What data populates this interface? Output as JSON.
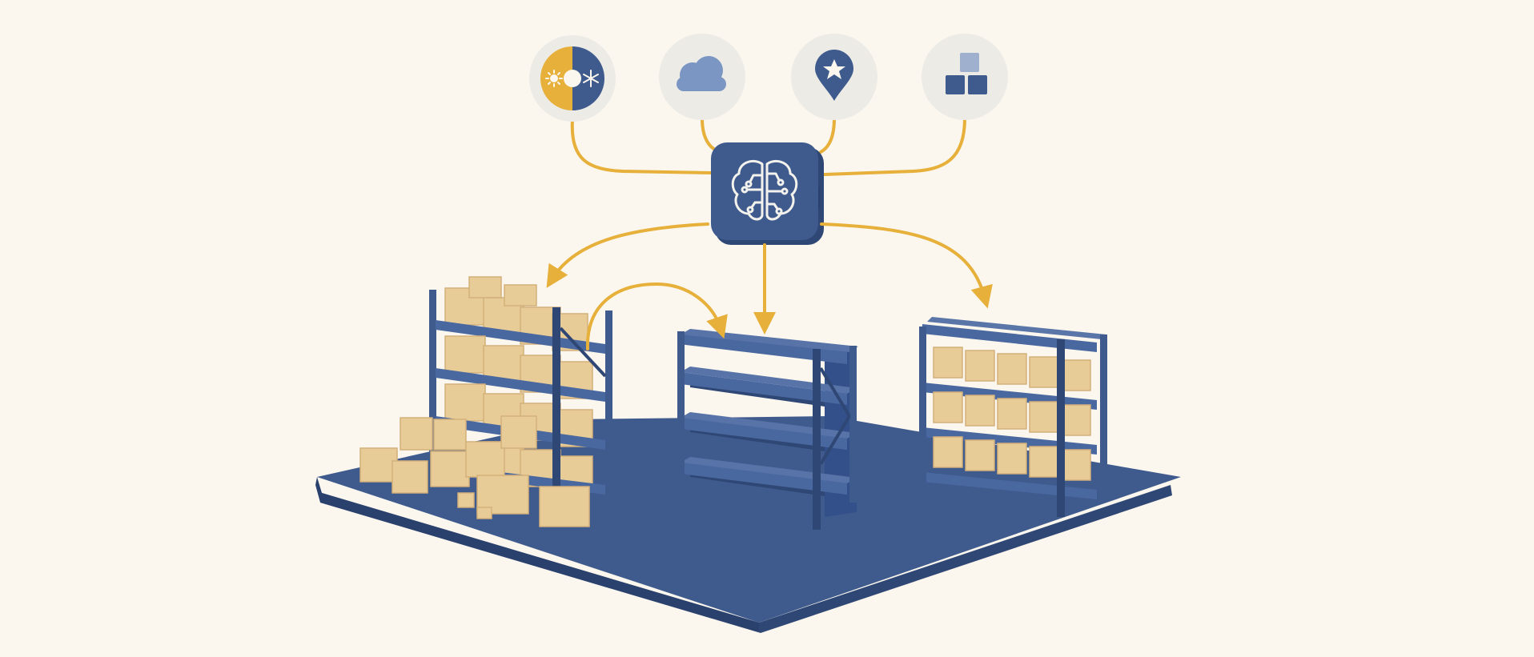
{
  "colors": {
    "background": "#fbf7ee",
    "navy": "#3f5b8e",
    "navy_dark": "#2f4775",
    "navy_light": "#5a76a8",
    "gold": "#e6b03a",
    "box": "#e8cc97",
    "box_shade": "#d3b07a",
    "circle_bg": "#ecebe6",
    "cloud": "#7b96c2"
  },
  "diagram": {
    "signals": [
      {
        "icon": "season-icon"
      },
      {
        "icon": "weather-cloud-icon"
      },
      {
        "icon": "location-star-icon"
      },
      {
        "icon": "inventory-blocks-icon"
      }
    ],
    "hub": {
      "icon": "ai-brain-icon"
    },
    "shelves": [
      {
        "state": "overstocked"
      },
      {
        "state": "empty"
      },
      {
        "state": "balanced"
      }
    ]
  }
}
